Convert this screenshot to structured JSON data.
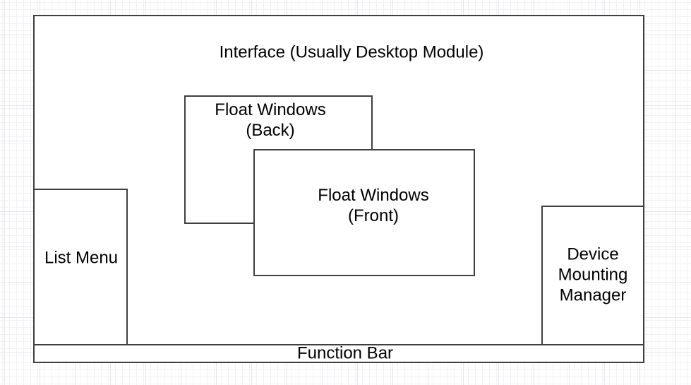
{
  "diagram": {
    "interface_label": "Interface (Usually Desktop Module)",
    "float_windows_back_label": "Float Windows\n(Back)",
    "float_windows_front_label": "Float Windows\n(Front)",
    "list_menu_label": "List Menu",
    "device_mounting_manager_label": "Device\nMounting\nManager",
    "function_bar_label": "Function Bar"
  },
  "colors": {
    "canvas_background": "#ffffff",
    "grid_minor": "#f2f2f5",
    "grid_major": "#e7e7eb",
    "box_fill": "#ffffff",
    "box_stroke": "#3f3f3f",
    "text": "#000000"
  }
}
